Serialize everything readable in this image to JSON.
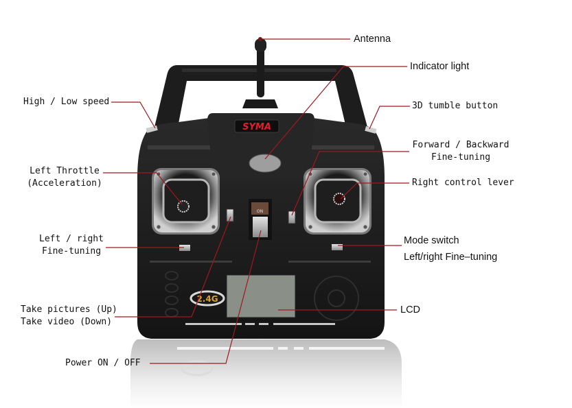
{
  "diagram": {
    "subject": "Remote controller transmitter",
    "brand_logo": "SYMA",
    "band_badge": "2.4G",
    "power_switch_label": "ON",
    "colors": {
      "background": "#ffffff",
      "leader_line": "#a01820",
      "body": "#1c1c1c",
      "logo_red": "#e0202a",
      "badge_gold": "#d8a030",
      "lcd": "#8a9088"
    }
  },
  "labels": {
    "antenna": "Antenna",
    "indicator_light": "Indicator light",
    "high_low_speed": "High / Low speed",
    "tumble_3d": "3D tumble button",
    "fwd_bwd_line1": "Forward / Backward",
    "fwd_bwd_line2": "Fine-tuning",
    "left_throttle_line1": "Left Throttle",
    "left_throttle_line2": "(Acceleration)",
    "right_lever": "Right control lever",
    "lr_fine_line1": "Left / right",
    "lr_fine_line2": "Fine-tuning",
    "mode_switch": "Mode switch",
    "lr_fine_right": "Left/right Fine–tuning",
    "pictures_line1": "Take pictures (Up)",
    "pictures_line2": "Take video (Down)",
    "lcd": "LCD",
    "power": "Power ON / OFF"
  }
}
